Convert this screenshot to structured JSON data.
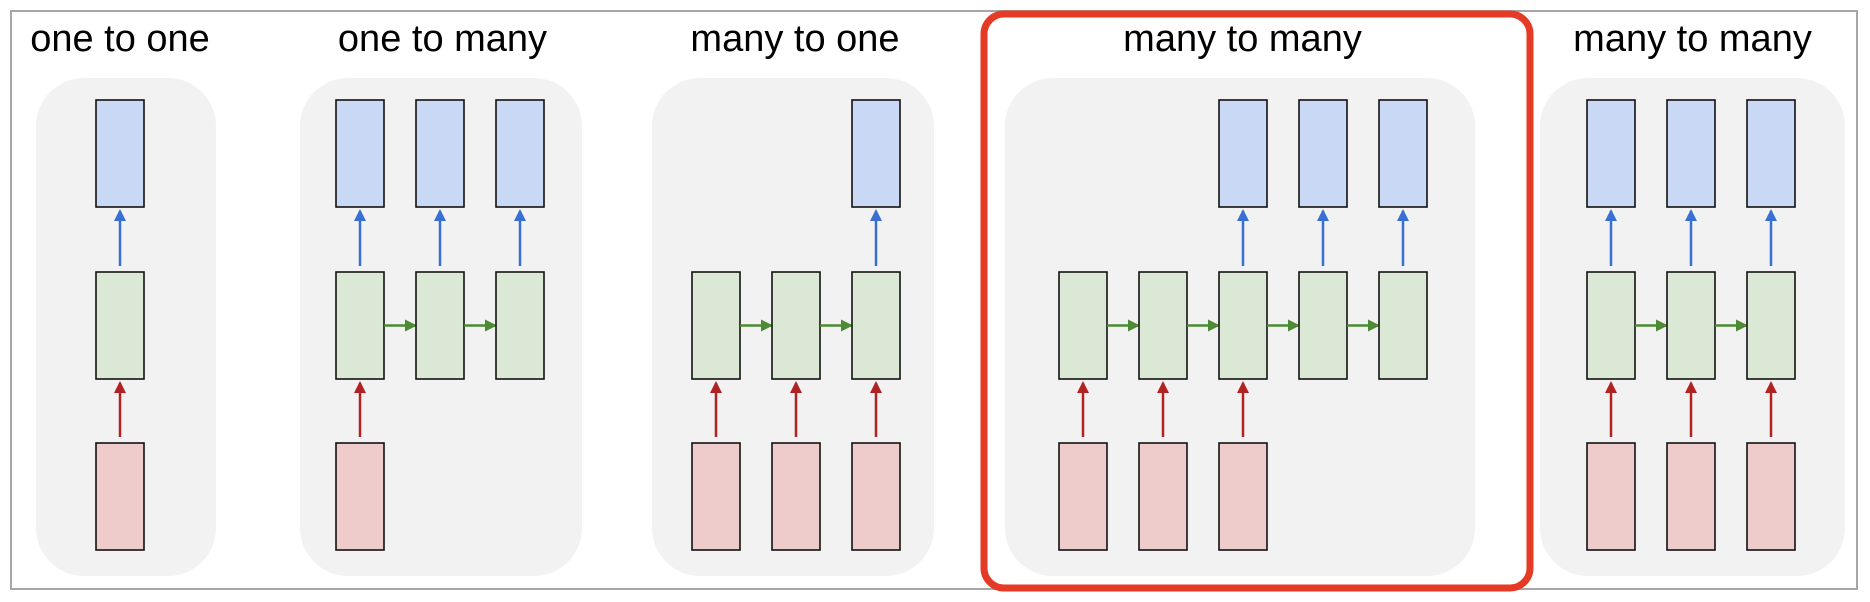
{
  "colors": {
    "panel_background": "#f2f2f2",
    "output_box": "#c9d8f5",
    "hidden_box": "#dbe8d5",
    "input_box": "#efcccc",
    "box_border": "#111111",
    "output_arrow": "#3a6fd2",
    "recurrent_arrow": "#4c8a33",
    "input_arrow": "#b22222",
    "highlight": "#e53b26"
  },
  "panels": [
    {
      "title": "one to one",
      "inputs": 1,
      "hidden": 1,
      "outputs": 1,
      "highlighted": false
    },
    {
      "title": "one to many",
      "inputs": 1,
      "hidden": 3,
      "outputs": 3,
      "highlighted": false
    },
    {
      "title": "many to one",
      "inputs": 3,
      "hidden": 3,
      "outputs": 1,
      "highlighted": false
    },
    {
      "title": "many to many",
      "inputs": 3,
      "hidden": 5,
      "outputs": 3,
      "highlighted": true
    },
    {
      "title": "many to many",
      "inputs": 3,
      "hidden": 3,
      "outputs": 3,
      "highlighted": false
    }
  ]
}
